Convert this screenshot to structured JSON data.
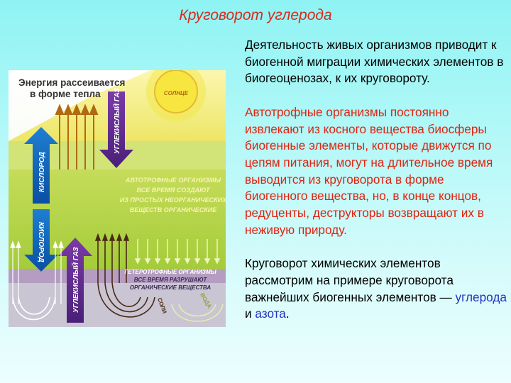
{
  "title": "Круговорот углерода",
  "text": {
    "p1": "Деятельность живых организмов приводит к биогенной миграции химических элементов в биогеоценозах, к их круговороту.",
    "p2": "Автотрофные организмы постоянно извлекают из косного вещества биосферы биогенные элементы, которые движутся по цепям питания, могут на длительное время выводится из круговорота в форме биогенного вещества, но, в конце концов, редуценты, деструкторы возвращают их в неживую природу.",
    "p3_start": "Круговорот химических элементов рассмотрим на примере круговорота важнейших биогенных элементов — ",
    "p3_carbon": "углерода",
    "p3_and": " и ",
    "p3_nitrogen": "азота",
    "p3_end": "."
  },
  "figure": {
    "energy_label_1": "Энергия рассеивается",
    "energy_label_2": "в форме тепла",
    "sun_label": "СОЛНЦЕ",
    "co2_top": "УГЛЕКИСЛЫЙ ГАЗ",
    "oxygen_top": "КИСЛОРОД",
    "oxygen_bottom": "КИСЛОРОД",
    "co2_bottom": "УГЛЕКИСЛЫЙ ГАЗ",
    "autotroph_1": "АВТОТРОФНЫЕ ОРГАНИЗМЫ",
    "autotroph_2": "ВСЕ ВРЕМЯ СОЗДАЮТ",
    "autotroph_3": "ИЗ ПРОСТЫХ НЕОРГАНИЧЕСКИХ",
    "autotroph_4": "ВЕЩЕСТВ ОРГАНИЧЕСКИЕ",
    "hetero_1": "ГЕТЕРОТРОФНЫЕ ОРГАНИЗМЫ",
    "hetero_2": "ВСЕ ВРЕМЯ РАЗРУШАЮТ",
    "hetero_3": "ОРГАНИЧЕСКИЕ ВЕЩЕСТВА",
    "soil_1": "СОЛИ",
    "soil_2": "ВОДА"
  }
}
